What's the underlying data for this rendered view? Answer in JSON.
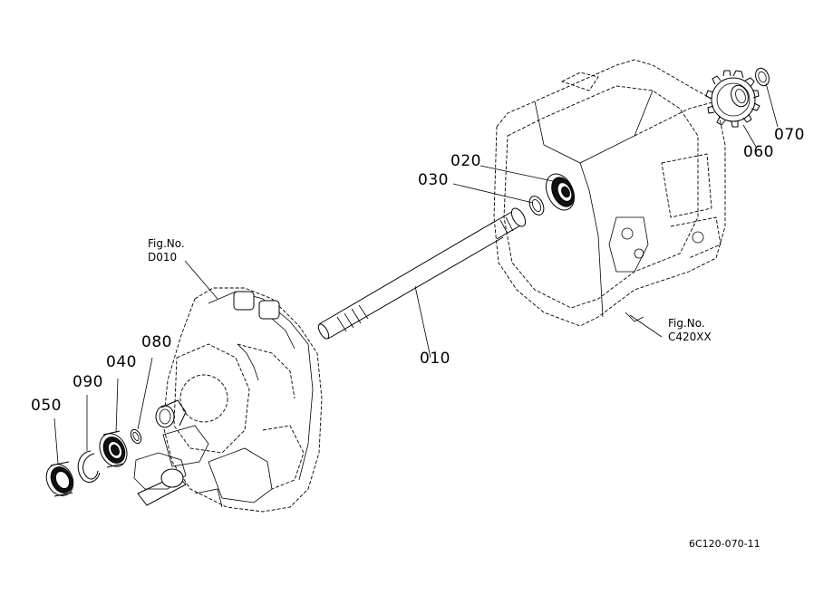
{
  "diagram": {
    "callouts": {
      "p010": "010",
      "p020": "020",
      "p030": "030",
      "p040": "040",
      "p050": "050",
      "p060": "060",
      "p070": "070",
      "p080": "080",
      "p090": "090"
    },
    "figure_refs": {
      "left": {
        "label": "Fig.No.",
        "code": "D010"
      },
      "right": {
        "label": "Fig.No.",
        "code": "C420XX"
      }
    },
    "caption": "6C120-070-11",
    "colors": {
      "ink": "#000000",
      "paper": "#ffffff"
    }
  }
}
